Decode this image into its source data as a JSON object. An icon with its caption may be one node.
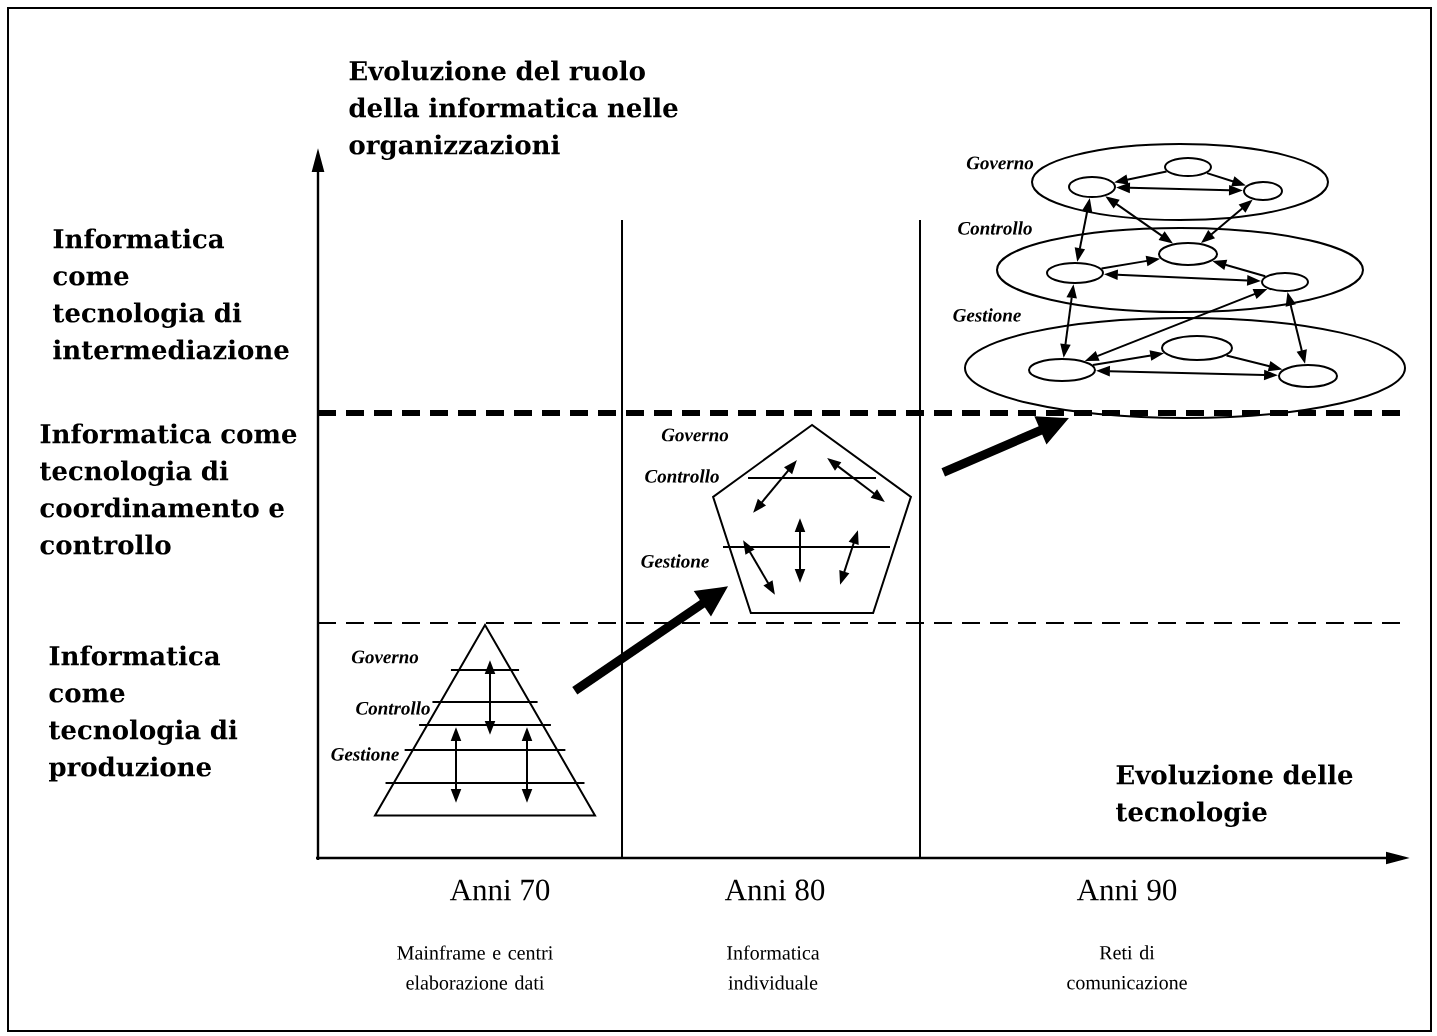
{
  "diagram": {
    "nodes": [
      {
        "text": [],
        "shape": "triangle",
        "beside": [
          "Governo",
          "Controllo",
          "Gestione"
        ]
      },
      {
        "text": [],
        "shape": "pentagon",
        "beside": [
          "Governo",
          "Controllo",
          "Gestione"
        ]
      },
      {
        "text": [],
        "shape": "ellipse",
        "beside": [
          "Governo"
        ]
      },
      {
        "text": [],
        "shape": "ellipse",
        "beside": [
          "Controllo"
        ]
      },
      {
        "text": [],
        "shape": "ellipse",
        "beside": [
          "Gestione"
        ]
      },
      {
        "text": [],
        "shape": "ellipse",
        "in": 2
      },
      {
        "text": [],
        "shape": "ellipse",
        "in": 2
      },
      {
        "text": [],
        "shape": "ellipse",
        "in": 2
      },
      {
        "text": [],
        "shape": "ellipse",
        "in": 3
      },
      {
        "text": [],
        "shape": "ellipse",
        "in": 3
      },
      {
        "text": [],
        "shape": "ellipse",
        "in": 3
      },
      {
        "text": [],
        "shape": "ellipse",
        "in": 4
      },
      {
        "text": [],
        "shape": "ellipse",
        "in": 4
      },
      {
        "text": [],
        "shape": "ellipse",
        "in": 4
      }
    ],
    "edges": [
      {
        "from": 0,
        "to": 1,
        "arrow": "to",
        "style": "thick"
      },
      {
        "from": 1,
        "to": 4,
        "arrow": "to",
        "style": "thick"
      },
      {
        "from": 6,
        "to": 5,
        "arrow": "to"
      },
      {
        "from": 6,
        "to": 7,
        "arrow": "to"
      },
      {
        "from": 5,
        "to": 7,
        "arrow": "both"
      },
      {
        "from": 5,
        "to": 8,
        "arrow": "both"
      },
      {
        "from": 5,
        "to": 9,
        "arrow": "both"
      },
      {
        "from": 9,
        "to": 7,
        "arrow": "both"
      },
      {
        "from": 8,
        "to": 9,
        "arrow": "to"
      },
      {
        "from": 10,
        "to": 9,
        "arrow": "to"
      },
      {
        "from": 8,
        "to": 10,
        "arrow": "both"
      },
      {
        "from": 8,
        "to": 11,
        "arrow": "both"
      },
      {
        "from": 11,
        "to": 10,
        "arrow": "both"
      },
      {
        "from": 10,
        "to": 13,
        "arrow": "both"
      },
      {
        "from": 11,
        "to": 12,
        "arrow": "to"
      },
      {
        "from": 12,
        "to": 13,
        "arrow": "to"
      },
      {
        "from": 11,
        "to": 13,
        "arrow": "both"
      }
    ],
    "labels": [
      "Evoluzione del ruolo della informatica nelle organizzazioni",
      "Informatica come tecnologia di intermediazione",
      "Informatica come tecnologia di coordinamento e controllo",
      "Informatica come tecnologia di produzione",
      "Evoluzione delle tecnologie",
      "Anni 70",
      "Anni 80",
      "Anni 90",
      "Mainframe e centri elaborazione dati",
      "Informatica individuale",
      "Reti di comunicazione"
    ]
  }
}
